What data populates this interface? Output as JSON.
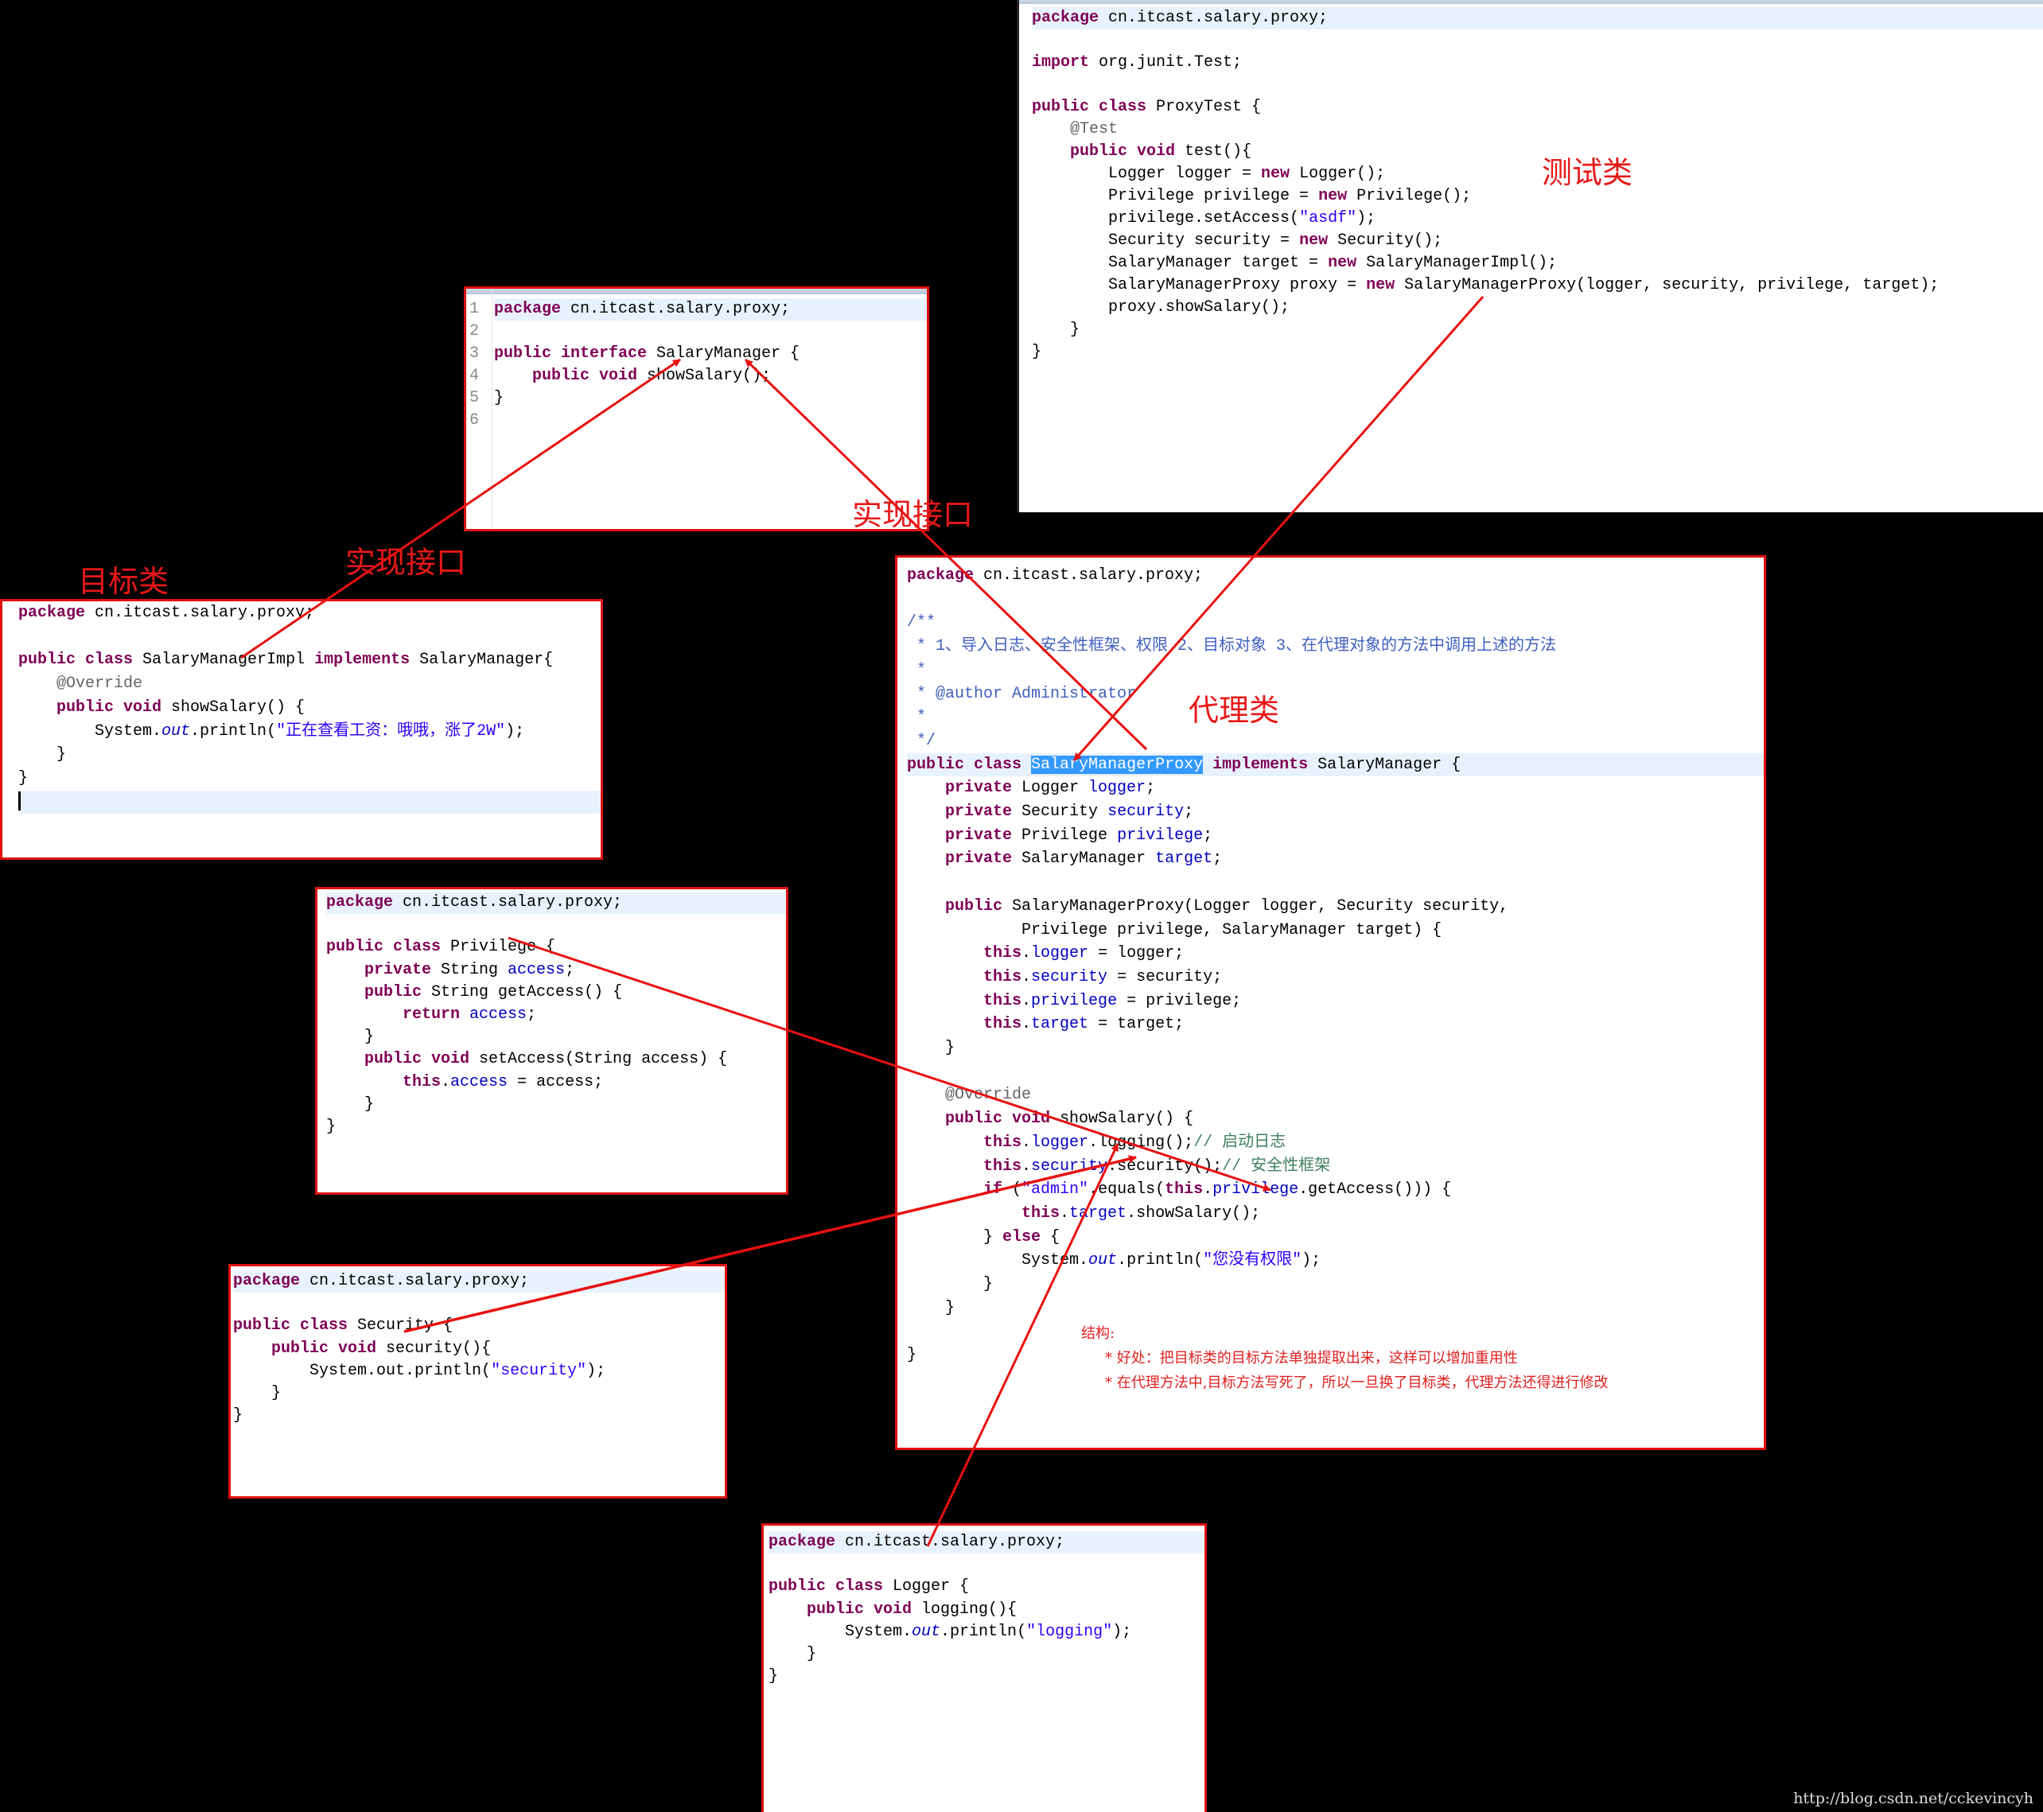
{
  "labels": {
    "test_class": "测试类",
    "implements_interface_1": "实现接口",
    "target_class": "目标类",
    "implements_interface_2": "实现接口",
    "proxy_class": "代理类"
  },
  "proxy_notes": {
    "title": "结构:",
    "items": [
      "*  好处：把目标类的目标方法单独提取出来，这样可以增加重用性",
      "*  在代理方法中,目标方法写死了，所以一旦换了目标类，代理方法还得进行修改"
    ]
  },
  "watermark": "http://blog.csdn.net/cckevincyh",
  "colors": {
    "arrow": "#e81010",
    "keyword": "#7f0055",
    "string": "#2a00ff",
    "selection": "#3399ff"
  },
  "panels": {
    "test": {
      "highlight": [
        0
      ],
      "lines": [
        [
          [
            "k",
            "package"
          ],
          [
            "p",
            " cn.itcast.salary.proxy;"
          ]
        ],
        [],
        [
          [
            "k",
            "import"
          ],
          [
            "p",
            " org.junit.Test;"
          ]
        ],
        [],
        [
          [
            "k",
            "public class"
          ],
          [
            "p",
            " ProxyTest {"
          ]
        ],
        [
          [
            "a",
            "    @Test"
          ]
        ],
        [
          [
            "k",
            "    public void"
          ],
          [
            "p",
            " test(){"
          ]
        ],
        [
          [
            "p",
            "        Logger logger = "
          ],
          [
            "k",
            "new"
          ],
          [
            "p",
            " Logger();"
          ]
        ],
        [
          [
            "p",
            "        Privilege privilege = "
          ],
          [
            "k",
            "new"
          ],
          [
            "p",
            " Privilege();"
          ]
        ],
        [
          [
            "p",
            "        privilege.setAccess("
          ],
          [
            "s",
            "\"asdf\""
          ],
          [
            "p",
            ");"
          ]
        ],
        [
          [
            "p",
            "        Security security = "
          ],
          [
            "k",
            "new"
          ],
          [
            "p",
            " Security();"
          ]
        ],
        [
          [
            "p",
            "        SalaryManager target = "
          ],
          [
            "k",
            "new"
          ],
          [
            "p",
            " SalaryManagerImpl();"
          ]
        ],
        [
          [
            "p",
            "        SalaryManagerProxy proxy = "
          ],
          [
            "k",
            "new"
          ],
          [
            "p",
            " SalaryManagerProxy(logger, security, privilege, target);"
          ]
        ],
        [
          [
            "p",
            "        proxy.showSalary();"
          ]
        ],
        [
          [
            "p",
            "    }"
          ]
        ],
        [
          [
            "p",
            "}"
          ]
        ]
      ]
    },
    "interface": {
      "highlight": [
        0
      ],
      "line_numbers": [
        "1",
        "2",
        "3",
        "4",
        "5",
        "6"
      ],
      "lines": [
        [
          [
            "k",
            "package"
          ],
          [
            "p",
            " cn.itcast.salary.proxy;"
          ]
        ],
        [],
        [
          [
            "k",
            "public interface"
          ],
          [
            "p",
            " SalaryManager {"
          ]
        ],
        [
          [
            "k",
            "    public void"
          ],
          [
            "p",
            " showSalary();"
          ]
        ],
        [
          [
            "p",
            "}"
          ]
        ],
        []
      ]
    },
    "target": {
      "highlight": [
        8
      ],
      "cursor_line": 8,
      "lines": [
        [
          [
            "k",
            "package"
          ],
          [
            "p",
            " cn.itcast.salary.proxy;"
          ]
        ],
        [],
        [
          [
            "k",
            "public class"
          ],
          [
            "p",
            " SalaryManagerImpl "
          ],
          [
            "k",
            "implements"
          ],
          [
            "p",
            " SalaryManager{"
          ]
        ],
        [
          [
            "a",
            "    @Override"
          ]
        ],
        [
          [
            "k",
            "    public void"
          ],
          [
            "p",
            " showSalary() {"
          ]
        ],
        [
          [
            "p",
            "        System."
          ],
          [
            "i",
            "out"
          ],
          [
            "p",
            ".println("
          ],
          [
            "s",
            "\"正在查看工资：哦哦，涨了2W\""
          ],
          [
            "p",
            ");"
          ]
        ],
        [
          [
            "p",
            "    }"
          ]
        ],
        [
          [
            "p",
            "}"
          ]
        ],
        []
      ]
    },
    "proxy": {
      "highlight": [
        8
      ],
      "lines": [
        [
          [
            "k",
            "package"
          ],
          [
            "p",
            " cn.itcast.salary.proxy;"
          ]
        ],
        [],
        [
          [
            "d",
            "/**"
          ]
        ],
        [
          [
            "d",
            " * 1、导入日志、安全性框架、权限 2、目标对象 3、在代理对象的方法中调用上述的方法"
          ]
        ],
        [
          [
            "d",
            " *"
          ]
        ],
        [
          [
            "d",
            " * @author Administrator"
          ]
        ],
        [
          [
            "d",
            " *"
          ]
        ],
        [
          [
            "d",
            " */"
          ]
        ],
        [
          [
            "k",
            "public class"
          ],
          [
            "p",
            " "
          ],
          [
            "sel",
            "SalaryManagerProxy"
          ],
          [
            "p",
            " "
          ],
          [
            "k",
            "implements"
          ],
          [
            "p",
            " SalaryManager {"
          ]
        ],
        [
          [
            "k",
            "    private"
          ],
          [
            "p",
            " Logger "
          ],
          [
            "f",
            "logger"
          ],
          [
            "p",
            ";"
          ]
        ],
        [
          [
            "k",
            "    private"
          ],
          [
            "p",
            " Security "
          ],
          [
            "f",
            "security"
          ],
          [
            "p",
            ";"
          ]
        ],
        [
          [
            "k",
            "    private"
          ],
          [
            "p",
            " Privilege "
          ],
          [
            "f",
            "privilege"
          ],
          [
            "p",
            ";"
          ]
        ],
        [
          [
            "k",
            "    private"
          ],
          [
            "p",
            " SalaryManager "
          ],
          [
            "f",
            "target"
          ],
          [
            "p",
            ";"
          ]
        ],
        [],
        [
          [
            "k",
            "    public"
          ],
          [
            "p",
            " SalaryManagerProxy(Logger logger, Security security,"
          ]
        ],
        [
          [
            "p",
            "            Privilege privilege, SalaryManager target) {"
          ]
        ],
        [
          [
            "k",
            "        this"
          ],
          [
            "p",
            "."
          ],
          [
            "f",
            "logger"
          ],
          [
            "p",
            " = logger;"
          ]
        ],
        [
          [
            "k",
            "        this"
          ],
          [
            "p",
            "."
          ],
          [
            "f",
            "security"
          ],
          [
            "p",
            " = security;"
          ]
        ],
        [
          [
            "k",
            "        this"
          ],
          [
            "p",
            "."
          ],
          [
            "f",
            "privilege"
          ],
          [
            "p",
            " = privilege;"
          ]
        ],
        [
          [
            "k",
            "        this"
          ],
          [
            "p",
            "."
          ],
          [
            "f",
            "target"
          ],
          [
            "p",
            " = target;"
          ]
        ],
        [
          [
            "p",
            "    }"
          ]
        ],
        [],
        [
          [
            "a",
            "    @Override"
          ]
        ],
        [
          [
            "k",
            "    public void"
          ],
          [
            "p",
            " showSalary() {"
          ]
        ],
        [
          [
            "k",
            "        this"
          ],
          [
            "p",
            "."
          ],
          [
            "f",
            "logger"
          ],
          [
            "p",
            ".logging();"
          ],
          [
            "c",
            "// 启动日志"
          ]
        ],
        [
          [
            "k",
            "        this"
          ],
          [
            "p",
            "."
          ],
          [
            "f",
            "security"
          ],
          [
            "p",
            ".security();"
          ],
          [
            "c",
            "// 安全性框架"
          ]
        ],
        [
          [
            "k",
            "        if"
          ],
          [
            "p",
            " ("
          ],
          [
            "s",
            "\"admin\""
          ],
          [
            "p",
            ".equals("
          ],
          [
            "k",
            "this"
          ],
          [
            "p",
            "."
          ],
          [
            "f",
            "privilege"
          ],
          [
            "p",
            ".getAccess())) {"
          ]
        ],
        [
          [
            "k",
            "            this"
          ],
          [
            "p",
            "."
          ],
          [
            "f",
            "target"
          ],
          [
            "p",
            ".showSalary();"
          ]
        ],
        [
          [
            "p",
            "        } "
          ],
          [
            "k",
            "else"
          ],
          [
            "p",
            " {"
          ]
        ],
        [
          [
            "p",
            "            System."
          ],
          [
            "i",
            "out"
          ],
          [
            "p",
            ".println("
          ],
          [
            "s",
            "\"您没有权限\""
          ],
          [
            "p",
            ");"
          ]
        ],
        [
          [
            "p",
            "        }"
          ]
        ],
        [
          [
            "p",
            "    }"
          ]
        ],
        [],
        [
          [
            "p",
            "}"
          ]
        ]
      ]
    },
    "privilege": {
      "highlight": [
        0
      ],
      "lines": [
        [
          [
            "k",
            "package"
          ],
          [
            "p",
            " cn.itcast.salary.proxy;"
          ]
        ],
        [],
        [
          [
            "k",
            "public class"
          ],
          [
            "p",
            " Privilege {"
          ]
        ],
        [
          [
            "k",
            "    private"
          ],
          [
            "p",
            " String "
          ],
          [
            "f",
            "access"
          ],
          [
            "p",
            ";"
          ]
        ],
        [
          [
            "k",
            "    public"
          ],
          [
            "p",
            " String getAccess() {"
          ]
        ],
        [
          [
            "k",
            "        return"
          ],
          [
            "p",
            " "
          ],
          [
            "f",
            "access"
          ],
          [
            "p",
            ";"
          ]
        ],
        [
          [
            "p",
            "    }"
          ]
        ],
        [
          [
            "k",
            "    public void"
          ],
          [
            "p",
            " setAccess(String access) {"
          ]
        ],
        [
          [
            "k",
            "        this"
          ],
          [
            "p",
            "."
          ],
          [
            "f",
            "access"
          ],
          [
            "p",
            " = access;"
          ]
        ],
        [
          [
            "p",
            "    }"
          ]
        ],
        [
          [
            "p",
            "}"
          ]
        ]
      ]
    },
    "security": {
      "highlight": [
        0
      ],
      "lines": [
        [
          [
            "k",
            "package"
          ],
          [
            "p",
            " cn.itcast.salary.proxy;"
          ]
        ],
        [],
        [
          [
            "k",
            "public class"
          ],
          [
            "p",
            " Security {"
          ]
        ],
        [
          [
            "k",
            "    public void"
          ],
          [
            "p",
            " security(){"
          ]
        ],
        [
          [
            "p",
            "        System.out.println("
          ],
          [
            "s",
            "\"security\""
          ],
          [
            "p",
            ");"
          ]
        ],
        [
          [
            "p",
            "    }"
          ]
        ],
        [
          [
            "p",
            "}"
          ]
        ]
      ]
    },
    "logger": {
      "highlight": [
        0
      ],
      "lines": [
        [
          [
            "k",
            "package"
          ],
          [
            "p",
            " cn.itcast.salary.proxy;"
          ]
        ],
        [],
        [
          [
            "k",
            "public class"
          ],
          [
            "p",
            " Logger {"
          ]
        ],
        [
          [
            "k",
            "    public void"
          ],
          [
            "p",
            " logging(){"
          ]
        ],
        [
          [
            "p",
            "        System."
          ],
          [
            "i",
            "out"
          ],
          [
            "p",
            ".println("
          ],
          [
            "s",
            "\"logging\""
          ],
          [
            "p",
            ");"
          ]
        ],
        [
          [
            "p",
            "    }"
          ]
        ],
        [
          [
            "p",
            "}"
          ]
        ]
      ]
    }
  }
}
